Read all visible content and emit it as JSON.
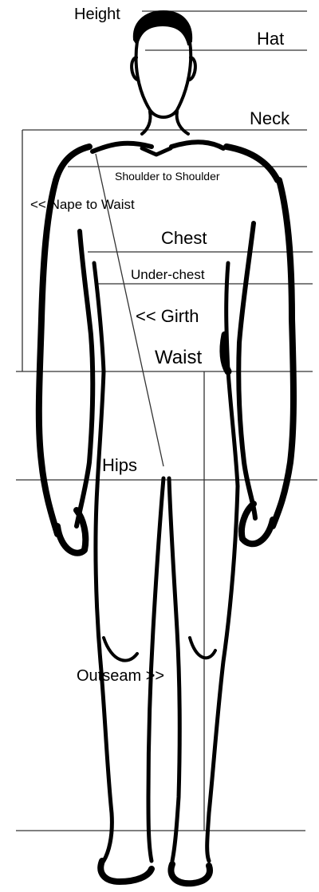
{
  "diagram": {
    "labels": {
      "height": "Height",
      "hat": "Hat",
      "neck": "Neck",
      "shoulder_to_shoulder": "Shoulder to Shoulder",
      "nape_to_waist": "<< Nape to Waist",
      "chest": "Chest",
      "under_chest": "Under-chest",
      "girth": "<< Girth",
      "waist": "Waist",
      "hips": "Hips",
      "outseam": "Outseam >>"
    },
    "colors": {
      "ink": "#000000",
      "line": "#333333",
      "background": "#ffffff"
    }
  }
}
